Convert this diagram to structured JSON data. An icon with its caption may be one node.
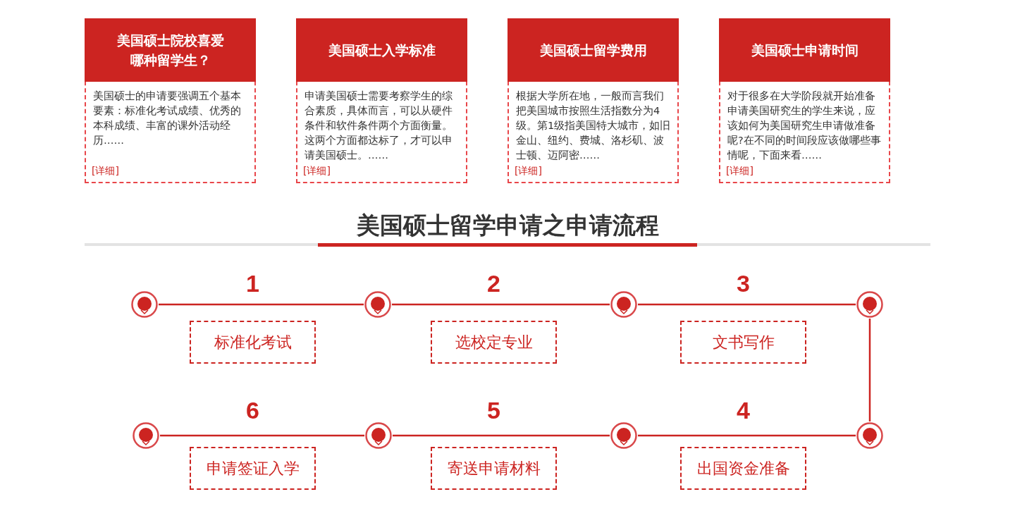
{
  "diagram": {
    "nodes": [
      {
        "text": [
          "美国硕士院校喜爱哪种留学生？",
          "美国硕士的申请要强调五个基本要素：标准化考试成绩、优秀的本科成绩、丰富的课外活动经历……",
          "[详细]"
        ]
      },
      {
        "text": [
          "美国硕士入学标准",
          "申请美国硕士需要考察学生的综合素质，具体而言，可以从硬件条件和软件条件两个方面衡量。这两个方面都达标了，才可以申请美国硕士。……",
          "[详细]"
        ]
      },
      {
        "text": [
          "美国硕士留学费用",
          "根据大学所在地，一般而言我们把美国城市按照生活指数分为4级。第1级指美国特大城市，如旧金山、纽约、费城、洛杉矶、波士顿、迈阿密……",
          "[详细]"
        ]
      },
      {
        "text": [
          "美国硕士申请时间",
          "对于很多在大学阶段就开始准备申请美国研究生的学生来说，应该如何为美国研究生申请做准备呢?在不同的时间段应该做哪些事情呢，下面来看……",
          "[详细]"
        ]
      },
      {
        "text": [],
        "shape": "circle"
      },
      {
        "text": [],
        "shape": "circle"
      },
      {
        "text": [],
        "shape": "circle"
      },
      {
        "text": [],
        "shape": "circle"
      },
      {
        "text": [
          "标准化考试"
        ],
        "beside": [
          "1"
        ]
      },
      {
        "text": [
          "选校定专业"
        ],
        "beside": [
          "2"
        ]
      },
      {
        "text": [
          "文书写作"
        ],
        "beside": [
          "3"
        ]
      },
      {
        "text": [],
        "shape": "circle"
      },
      {
        "text": [],
        "shape": "circle"
      },
      {
        "text": [],
        "shape": "circle"
      },
      {
        "text": [],
        "shape": "circle"
      },
      {
        "text": [
          "申请签证入学"
        ],
        "beside": [
          "6"
        ]
      },
      {
        "text": [
          "寄送申请材料"
        ],
        "beside": [
          "5"
        ]
      },
      {
        "text": [
          "出国资金准备"
        ],
        "beside": [
          "4"
        ]
      }
    ],
    "edges": [
      {
        "from": 4,
        "to": 5,
        "arrow": "none"
      },
      {
        "from": 5,
        "to": 6,
        "arrow": "none"
      },
      {
        "from": 6,
        "to": 7,
        "arrow": "none"
      },
      {
        "from": 7,
        "to": 14,
        "arrow": "none"
      },
      {
        "from": 14,
        "to": 13,
        "arrow": "none"
      },
      {
        "from": 13,
        "to": 12,
        "arrow": "none"
      },
      {
        "from": 12,
        "to": 11,
        "arrow": "none"
      }
    ],
    "labels": [
      "美国硕士留学申请之申请流程"
    ]
  }
}
